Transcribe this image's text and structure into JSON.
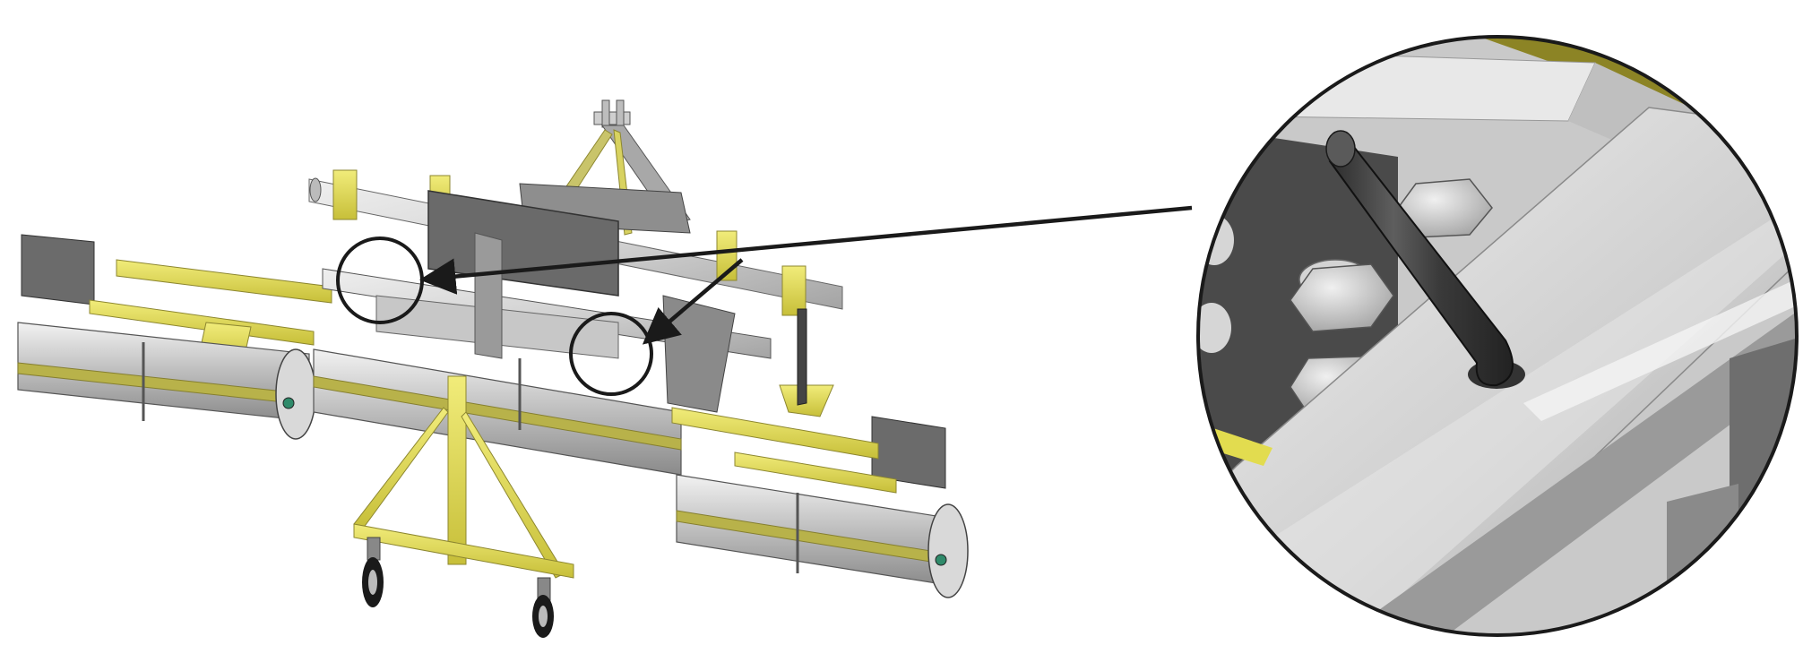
{
  "figure": {
    "colors": {
      "background": "#ffffff",
      "frame_yellow": "#e2dc4f",
      "frame_yellow_dark": "#b9b133",
      "steel_light": "#d9d9d9",
      "steel_mid": "#a9a9a9",
      "steel_dark": "#6f6f6f",
      "plate_dark": "#5a5a5a",
      "outline": "#1a1a1a",
      "callout_line": "#1a1a1a",
      "pin_dark": "#3a3a3a",
      "olive": "#8c8425"
    },
    "parts": [
      "three-point-hitch",
      "center-frame",
      "left-roller-section",
      "right-roller-section",
      "center-roller",
      "transport-stand",
      "caster-wheel",
      "locking-pin"
    ]
  }
}
